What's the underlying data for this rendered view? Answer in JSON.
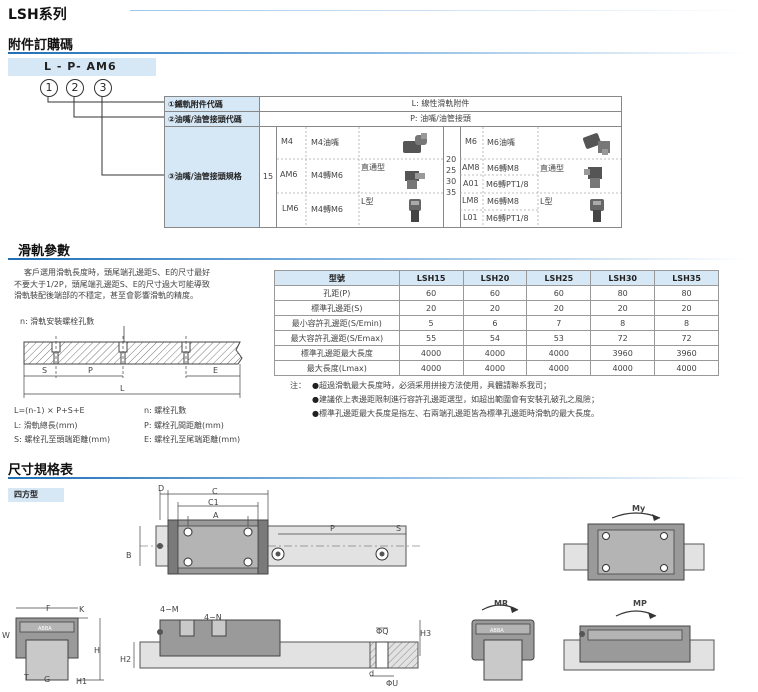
{
  "title": "LSH系列",
  "section1": {
    "title": "附件訂購碼",
    "code": "L - P- AM6",
    "circles": [
      "1",
      "2",
      "3"
    ],
    "rows": [
      {
        "label": "①鐵軌附件代碼",
        "value": "L: 線性滑軌附件"
      },
      {
        "label": "②油嘴/油管接頭代碼",
        "value": "P: 油嘴/油管接頭"
      },
      {
        "label": "③油嘴/油管接頭規格"
      }
    ],
    "size_left": "15",
    "size_right": [
      "20",
      "25",
      "30",
      "35"
    ],
    "left_items": [
      {
        "code": "M4",
        "name": "M4油嘴",
        "type": ""
      },
      {
        "code": "AM6",
        "name": "M4轉M6",
        "type": "直通型"
      },
      {
        "code": "LM6",
        "name": "M4轉M6",
        "type": "L型"
      }
    ],
    "right_items": [
      {
        "code": "M6",
        "name": "M6油嘴",
        "type": ""
      },
      {
        "code": "AM8",
        "name": "M6轉M8",
        "type": "直通型"
      },
      {
        "code": "A01",
        "name": "M6轉PT1/8",
        "type": ""
      },
      {
        "code": "LM8",
        "name": "M6轉M8",
        "type": "L型"
      },
      {
        "code": "L01",
        "name": "M6轉PT1/8",
        "type": ""
      }
    ]
  },
  "section2": {
    "title": "滑軌參數",
    "paragraph": [
      "客戶選用滑軌長度時，頭尾端孔邊距S、E的尺寸最好",
      "不要大于1/2P，頭尾端孔邊距S、E的尺寸過大可能導致",
      "滑軌裝配後端部的不穩定，甚至會影響滑軌的精度。"
    ],
    "hole_label": "n: 滑軌安裝螺栓孔數",
    "diag_labels": {
      "S": "S",
      "P": "P",
      "E": "E",
      "L": "L"
    },
    "formula_left": [
      "L=(n-1) × P+S+E",
      "L: 滑軌總長(mm)",
      "S: 螺栓孔至頭端距離(mm)"
    ],
    "formula_right": [
      "n: 螺栓孔數",
      "P: 螺栓孔間距離(mm)",
      "E: 螺栓孔至尾端距離(mm)"
    ],
    "table": {
      "headers": [
        "型號",
        "LSH15",
        "LSH20",
        "LSH25",
        "LSH30",
        "LSH35"
      ],
      "rows": [
        [
          "孔距(P)",
          "60",
          "60",
          "60",
          "80",
          "80"
        ],
        [
          "標準孔邊距(S)",
          "20",
          "20",
          "20",
          "20",
          "20"
        ],
        [
          "最小容許孔邊距(S/Emin)",
          "5",
          "6",
          "7",
          "8",
          "8"
        ],
        [
          "最大容許孔邊距(S/Emax)",
          "55",
          "54",
          "53",
          "72",
          "72"
        ],
        [
          "標準孔邊距最大長度",
          "4000",
          "4000",
          "4000",
          "3960",
          "3960"
        ],
        [
          "最大長度(Lmax)",
          "4000",
          "4000",
          "4000",
          "4000",
          "4000"
        ]
      ]
    },
    "notes_prefix": "注：",
    "notes": [
      "超過滑軌最大長度時，必須采用拼接方法使用，具體請聯系我司；",
      "建議依上表邊距限制進行容許孔邊距選型，如超出範圍會有安裝孔破孔之風險；",
      "標準孔邊距最大長度是指左、右兩端孔邊距皆為標準孔邊距時滑軌的最大長度。"
    ]
  },
  "section3": {
    "title": "尺寸規格表",
    "badge": "四方型",
    "top_labels": {
      "D": "D",
      "C": "C",
      "C1": "C1",
      "A": "A",
      "P": "P",
      "S": "S",
      "B": "B"
    },
    "moment_labels": {
      "My": "My",
      "Mr": "MR",
      "Mp": "MP"
    },
    "end_labels": {
      "F": "F",
      "K": "K",
      "W": "W",
      "H": "H",
      "T": "T",
      "G": "G",
      "H1": "H1"
    },
    "side_labels": {
      "M": "4−M",
      "N": "4−N",
      "Q": "ΦQ",
      "U": "ΦU",
      "H2": "H2",
      "H3": "H3",
      "d": "d"
    }
  },
  "colors": {
    "accent": "#1f6fb7",
    "header_fill": "#d6e7f6",
    "block": "#8b8b8b",
    "rail": "#c9c9c9"
  }
}
